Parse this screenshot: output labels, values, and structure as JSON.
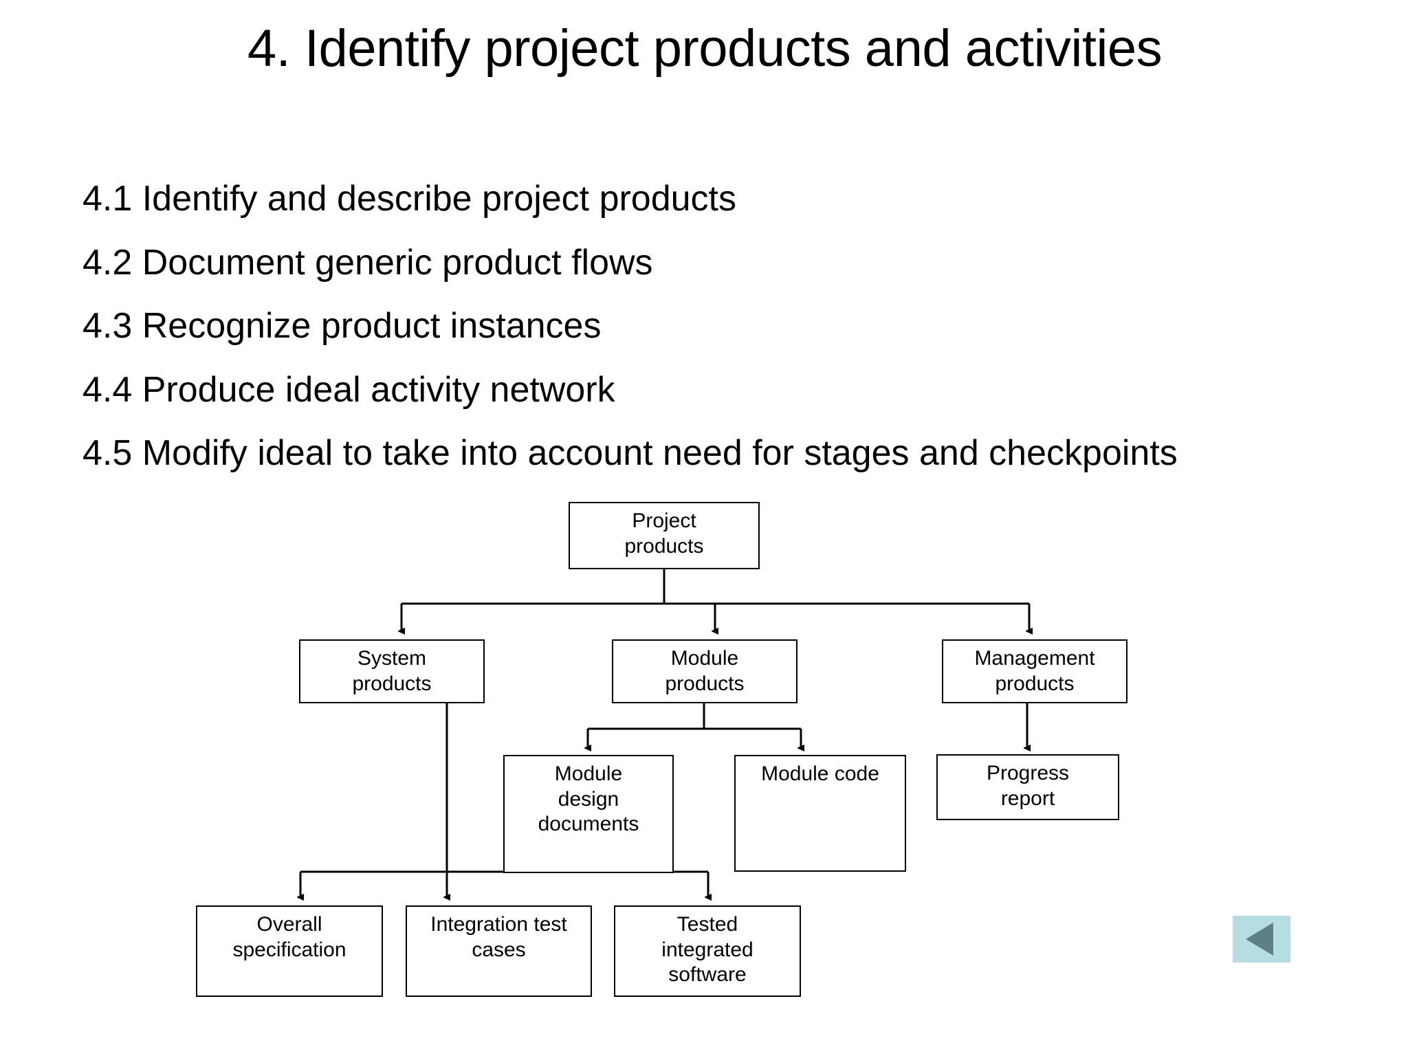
{
  "slide": {
    "title": "4. Identify project products and activities",
    "bullets": [
      "4.1 Identify and describe project products",
      "4.2 Document generic product flows",
      "4.3 Recognize product instances",
      "4.4 Produce ideal activity network",
      "4.5 Modify ideal to take into account need for stages and checkpoints"
    ]
  },
  "diagram": {
    "type": "tree",
    "line_color": "#000000",
    "box_fill": "#ffffff",
    "nodes": {
      "project_products": "Project\nproducts",
      "system_products": "System\nproducts",
      "module_products": "Module\nproducts",
      "management_products": "Management\nproducts",
      "module_design_documents": "Module\ndesign\ndocuments",
      "module_code": "Module code",
      "progress_report": "Progress\nreport",
      "overall_specification": "Overall\nspecification",
      "integration_test_cases": "Integration test\ncases",
      "tested_integrated_software": "Tested\nintegrated\nsoftware"
    },
    "edges": [
      {
        "from": "project_products",
        "to": "system_products"
      },
      {
        "from": "project_products",
        "to": "module_products"
      },
      {
        "from": "project_products",
        "to": "management_products"
      },
      {
        "from": "module_products",
        "to": "module_design_documents"
      },
      {
        "from": "module_products",
        "to": "module_code"
      },
      {
        "from": "management_products",
        "to": "progress_report"
      },
      {
        "from": "system_products",
        "to": "overall_specification"
      },
      {
        "from": "system_products",
        "to": "integration_test_cases"
      },
      {
        "from": "system_products",
        "to": "tested_integrated_software"
      }
    ]
  },
  "nav": {
    "back_label": "",
    "back_icon": "triangle-left-icon",
    "background_color": "#b6dde1",
    "arrow_color": "#5e7f83"
  }
}
